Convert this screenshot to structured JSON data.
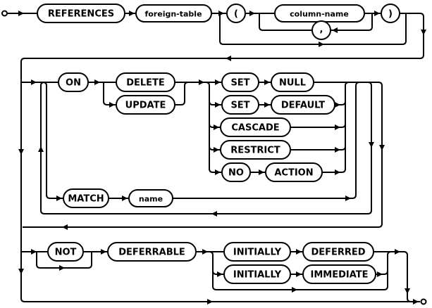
{
  "diagram": {
    "description": "Railroad syntax diagram for SQL foreign key (REFERENCES) clause",
    "colors": {
      "line": "#000000",
      "background": "#ffffff",
      "node_fill": "#ffffff",
      "text": "#000000"
    },
    "row1": {
      "references": "REFERENCES",
      "foreign_table": "foreign-table",
      "lparen": "(",
      "column_name": "column-name",
      "comma": ",",
      "rparen": ")"
    },
    "on_clause": {
      "on": "ON",
      "delete": "DELETE",
      "update": "UPDATE",
      "set1": "SET",
      "null": "NULL",
      "set2": "SET",
      "default": "DEFAULT",
      "cascade": "CASCADE",
      "restrict": "RESTRICT",
      "no": "NO",
      "action": "ACTION"
    },
    "match_clause": {
      "match": "MATCH",
      "name": "name"
    },
    "defer_clause": {
      "not": "NOT",
      "deferrable": "DEFERRABLE",
      "initially1": "INITIALLY",
      "deferred": "DEFERRED",
      "initially2": "INITIALLY",
      "immediate": "IMMEDIATE"
    }
  }
}
